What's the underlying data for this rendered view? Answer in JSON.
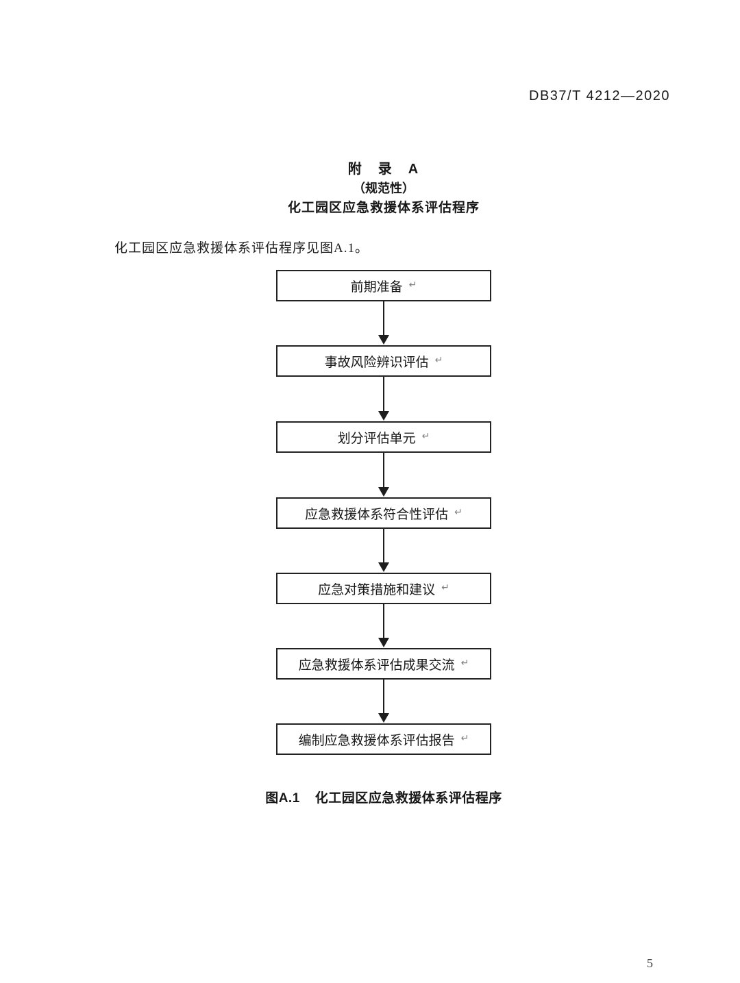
{
  "header": {
    "document_number": "DB37/T 4212—2020"
  },
  "appendix": {
    "label": "附　录　A",
    "classification": "（规范性）",
    "title": "化工园区应急救援体系评估程序"
  },
  "body": {
    "intro": "化工园区应急救援体系评估程序见图A.1。"
  },
  "flowchart": {
    "return_mark": "↵",
    "steps": [
      {
        "label": "前期准备"
      },
      {
        "label": "事故风险辨识评估"
      },
      {
        "label": "划分评估单元"
      },
      {
        "label": "应急救援体系符合性评估"
      },
      {
        "label": "应急对策措施和建议"
      },
      {
        "label": "应急救援体系评估成果交流"
      },
      {
        "label": "编制应急救援体系评估报告"
      }
    ]
  },
  "caption": {
    "figure_label": "图A.1",
    "title": "化工园区应急救援体系评估程序"
  },
  "footer": {
    "page_number": "5"
  }
}
